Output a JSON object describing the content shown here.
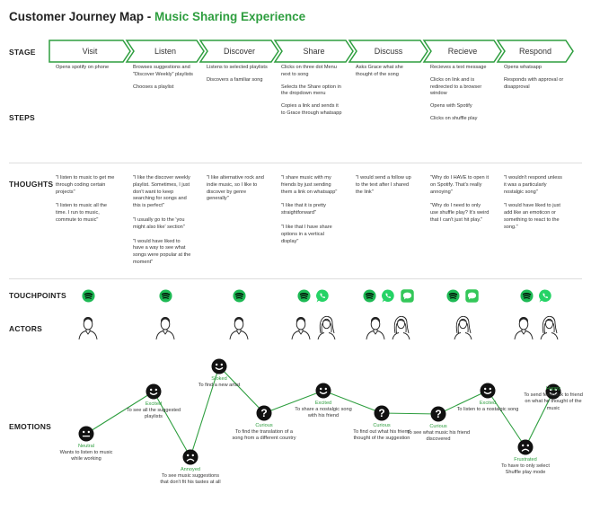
{
  "title": {
    "main": "Customer Journey Map - ",
    "accent": "Music Sharing Experience"
  },
  "row_labels": {
    "stage": "STAGE",
    "steps": "STEPS",
    "thoughts": "THOUGHTS",
    "touchpoints": "TOUCHPOINTS",
    "actors": "ACTORS",
    "emotions": "EMOTIONS"
  },
  "stages": [
    {
      "label": "Visit"
    },
    {
      "label": "Listen"
    },
    {
      "label": "Discover"
    },
    {
      "label": "Share"
    },
    {
      "label": "Discuss"
    },
    {
      "label": "Recieve"
    },
    {
      "label": "Respond"
    }
  ],
  "steps": [
    [
      "Opens spotify on phone"
    ],
    [
      "Browses suggestions and \"Discover Weekly\" playlists",
      "Chooses a playlist"
    ],
    [
      "Listens to selected playlists",
      "Discovers a familiar song"
    ],
    [
      "Clicks on three dot Menu next to song",
      "Selects the Share option in the dropdown menu",
      "Copies a link and sends it to Grace through whatsapp"
    ],
    [
      "Asks Grace what she thought of the song"
    ],
    [
      "Recieves a text message",
      "Clicks on link and is redirected to a browser window",
      "Opens with Spotify",
      "Clicks on shuffle play"
    ],
    [
      "Opens whatsapp",
      "Responds with approval or disapproval"
    ]
  ],
  "thoughts": [
    [
      "\"I listen to music to get me through coding certain projects\"",
      "\"I listen to music all the time. I run to music, commute to music\""
    ],
    [
      "\"I like the discover weekly playlist. Sometimes, I just don't want to keep searching for songs and this is perfect\"",
      "\"I usually go to the 'you might also like' section\"",
      "\"I would have liked to have a way to see what songs were popular at the moment\""
    ],
    [
      "\"I like alternative rock and indie music, so I like to discover by genre generally\""
    ],
    [
      "\"I share music with my friends by just sending them a link on whatsapp\"",
      "\"I like that it is pretty straightforward\"",
      "\"I like that I have share options in a vertical display\""
    ],
    [
      "\"I would send a follow up to the text after I shared the link\""
    ],
    [
      "\"Why do I HAVE to open it on Spotify. That's really annoying\"",
      "\"Why do I need to only use shuffle play? It's weird that I can't just hit play.\""
    ],
    [
      "\"I wouldn't respond unless it was a particularly nostalgic song\"",
      "\"I would have liked to just add like an emoticon or something to react to the song.\""
    ]
  ],
  "touchpoints": [
    [
      "spotify-icon"
    ],
    [
      "spotify-icon"
    ],
    [
      "spotify-icon"
    ],
    [
      "spotify-icon",
      "whatsapp-icon"
    ],
    [
      "spotify-icon",
      "whatsapp-icon",
      "messages-icon"
    ],
    [
      "spotify-icon",
      "messages-icon"
    ],
    [
      "spotify-icon",
      "whatsapp-icon"
    ]
  ],
  "actors": [
    [
      "male-avatar-icon"
    ],
    [
      "male-avatar-icon"
    ],
    [
      "male-avatar-icon"
    ],
    [
      "male-avatar-icon",
      "female-avatar-icon"
    ],
    [
      "male-avatar-icon",
      "female-avatar-icon"
    ],
    [
      "female-avatar-icon"
    ],
    [
      "male-avatar-icon",
      "female-avatar-icon"
    ]
  ],
  "emotions": [
    {
      "state": "Neutral",
      "desc": "Wants to listen to music while working",
      "face": "neutral-face-icon"
    },
    {
      "state": "Excited",
      "desc": "To see all the suggested playlists",
      "face": "smile-face-icon"
    },
    {
      "state": "Annoyed",
      "desc": "To see music suggestions that don't fit his tastes at all",
      "face": "sad-face-icon"
    },
    {
      "state": "Stoked",
      "desc": "To find a new artist",
      "face": "smile-face-icon"
    },
    {
      "state": "Curious",
      "desc": "To find the translation of a song from a different country",
      "face": "curious-face-icon"
    },
    {
      "state": "Excited",
      "desc": "To share a nostalgic song with his friend",
      "face": "smile-face-icon"
    },
    {
      "state": "Curious",
      "desc": "To find out what his friend thought of the suggestion",
      "face": "curious-face-icon"
    },
    {
      "state": "Curious",
      "desc": "To see what music his friend discovered",
      "face": "curious-face-icon"
    },
    {
      "state": "Excited",
      "desc": "To listen to a nostalgic song",
      "face": "smile-face-icon"
    },
    {
      "state": "Frustrated",
      "desc": "To have to only select Shuffle play mode",
      "face": "sad-face-icon"
    },
    {
      "state": "Happy",
      "desc": "To send feedback to friend on what he thought of the music",
      "face": "smile-face-icon"
    }
  ],
  "colors": {
    "accent": "#2e9e3f",
    "spotify": "#1db954",
    "whatsapp": "#25d366",
    "messages": "#34c759",
    "face": "#111111"
  }
}
